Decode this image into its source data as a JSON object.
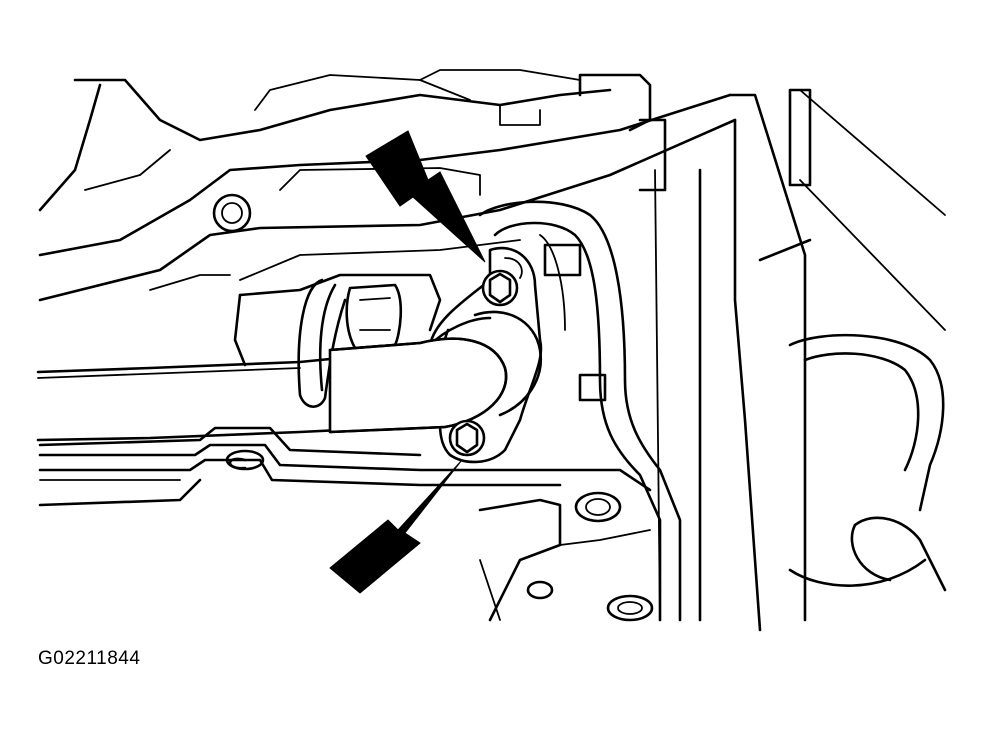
{
  "figure": {
    "code": "G02211844"
  },
  "colors": {
    "ink": "#000000",
    "background": "#ffffff"
  },
  "callouts": [
    {
      "name": "arrow-upper",
      "points_to": "upper-mounting-bolt"
    },
    {
      "name": "arrow-lower",
      "points_to": "lower-mounting-bolt"
    }
  ]
}
